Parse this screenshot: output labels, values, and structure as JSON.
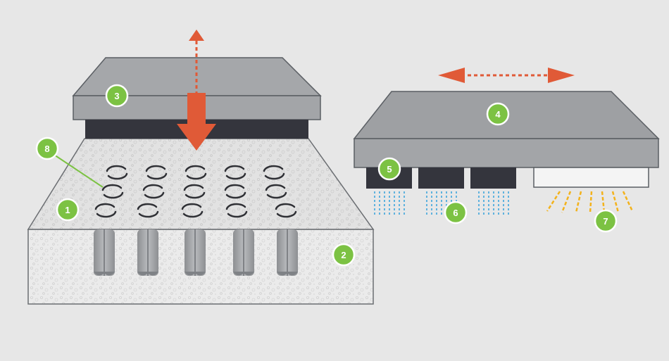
{
  "colors": {
    "background": "#e7e7e7",
    "press_gray": "#a3a5a8",
    "press_top": "#9b9da0",
    "dark_block": "#34353d",
    "foam_light": "#ececec",
    "foam_mid": "#dedede",
    "accent_orange": "#e05a37",
    "callout_green": "#7cc243",
    "water_blue": "#5fb2de",
    "heat_yellow": "#f3b21b",
    "outline": "#555a60"
  },
  "callouts": [
    {
      "label": "1"
    },
    {
      "label": "2"
    },
    {
      "label": "3"
    },
    {
      "label": "4"
    },
    {
      "label": "5"
    },
    {
      "label": "6"
    },
    {
      "label": "7"
    },
    {
      "label": "8"
    }
  ],
  "icons": {
    "vertical_arrow": "vertical-double-arrow-icon",
    "horizontal_arrow": "horizontal-double-arrow-icon",
    "water_spray": "water-spray-icon",
    "heat_rays": "heat-rays-icon",
    "coil": "coil-spring-icon"
  }
}
